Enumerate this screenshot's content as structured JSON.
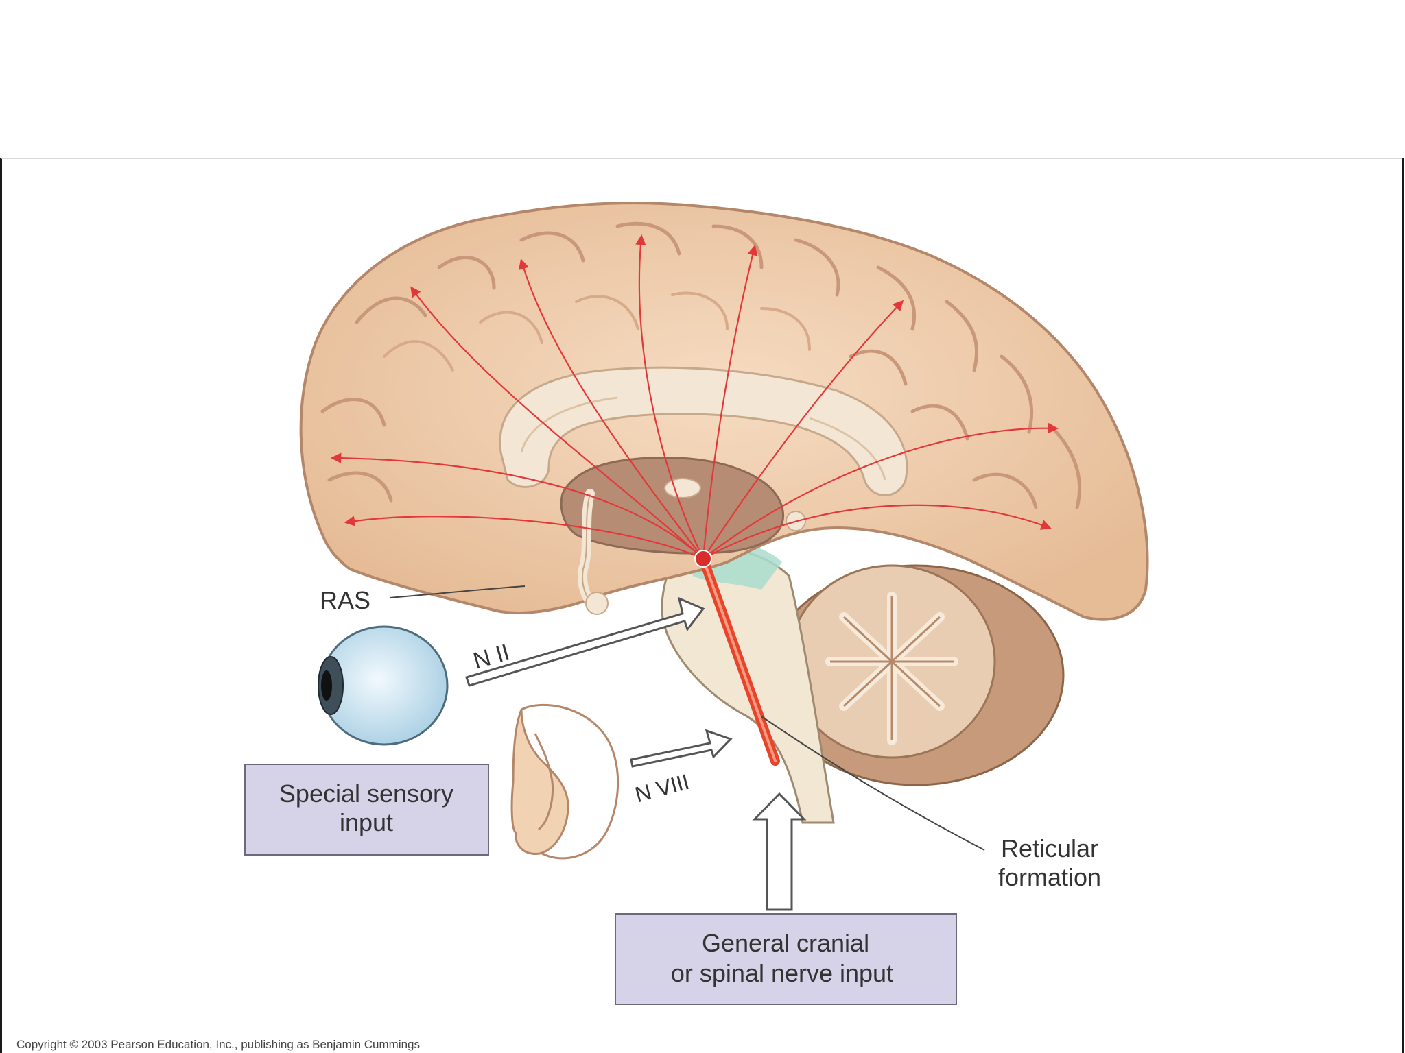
{
  "labels": {
    "ras": "RAS",
    "n2": "N II",
    "n8": "N VIII",
    "reticular_line1": "Reticular",
    "reticular_line2": "formation"
  },
  "boxes": {
    "special_line1": "Special sensory",
    "special_line2": "input",
    "general_line1": "General cranial",
    "general_line2": "or spinal nerve input"
  },
  "copyright": "Copyright © 2003 Pearson Education, Inc., publishing as Benjamin Cummings",
  "colors": {
    "cortex": "#f1d2b3",
    "cortex_dark": "#d9ab86",
    "projection_arrows": "#e3383a",
    "ras_core": "#e8442c",
    "ras_region": "#a9dccc",
    "label_box": "#d6d2e8",
    "eye": "#cfe6f2"
  }
}
